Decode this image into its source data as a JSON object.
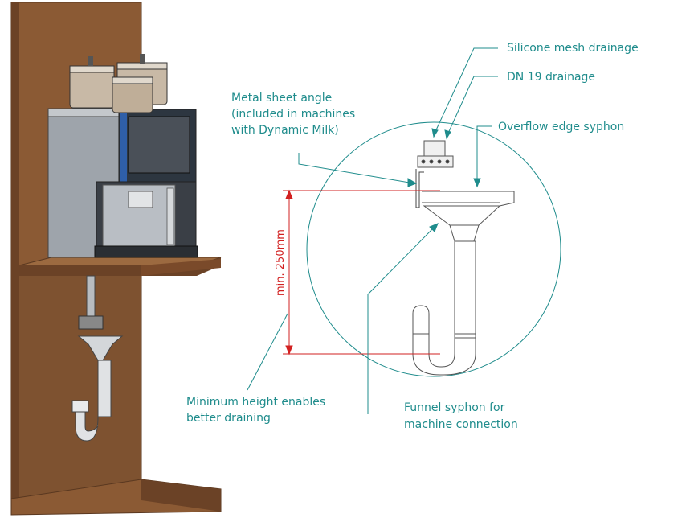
{
  "labels": {
    "silicone_mesh": "Silicone mesh drainage",
    "dn19": "DN 19 drainage",
    "overflow": "Overflow edge syphon",
    "metal_sheet_1": "Metal sheet angle",
    "metal_sheet_2": "(included in machines",
    "metal_sheet_3": "with Dynamic Milk)",
    "min_height_1": "Minimum height enables",
    "min_height_2": "better draining",
    "funnel_1": "Funnel syphon for",
    "funnel_2": "machine connection"
  },
  "dimension": {
    "text": "min. 250mm"
  },
  "colors": {
    "wood": "#8b5a34",
    "wood_dark": "#6b4226",
    "label": "#1f8c8c",
    "dimension": "#d22020",
    "outline": "#2a2a2a"
  }
}
